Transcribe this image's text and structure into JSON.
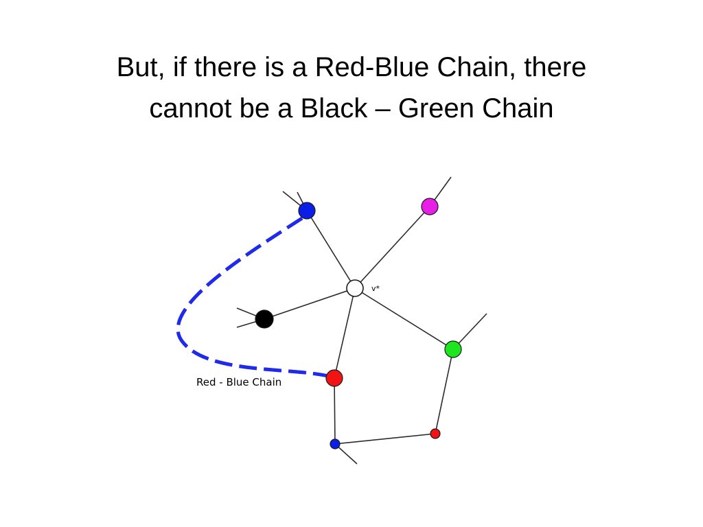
{
  "slide": {
    "title_line1": "But, if there is a Red-Blue Chain, there",
    "title_line2": "cannot be a Black – Green Chain"
  },
  "diagram": {
    "center_vertex_label": "v*",
    "chain_label": "Red - Blue  Chain",
    "colors": {
      "blue": "#0a1ee6",
      "magenta": "#e61ee6",
      "black": "#000000",
      "green": "#1ee61e",
      "red": "#f01414",
      "white": "#ffffff",
      "edge": "#2a2a2a",
      "chain_red": "#ee1c1c",
      "chain_blue": "#1c2cee"
    }
  }
}
